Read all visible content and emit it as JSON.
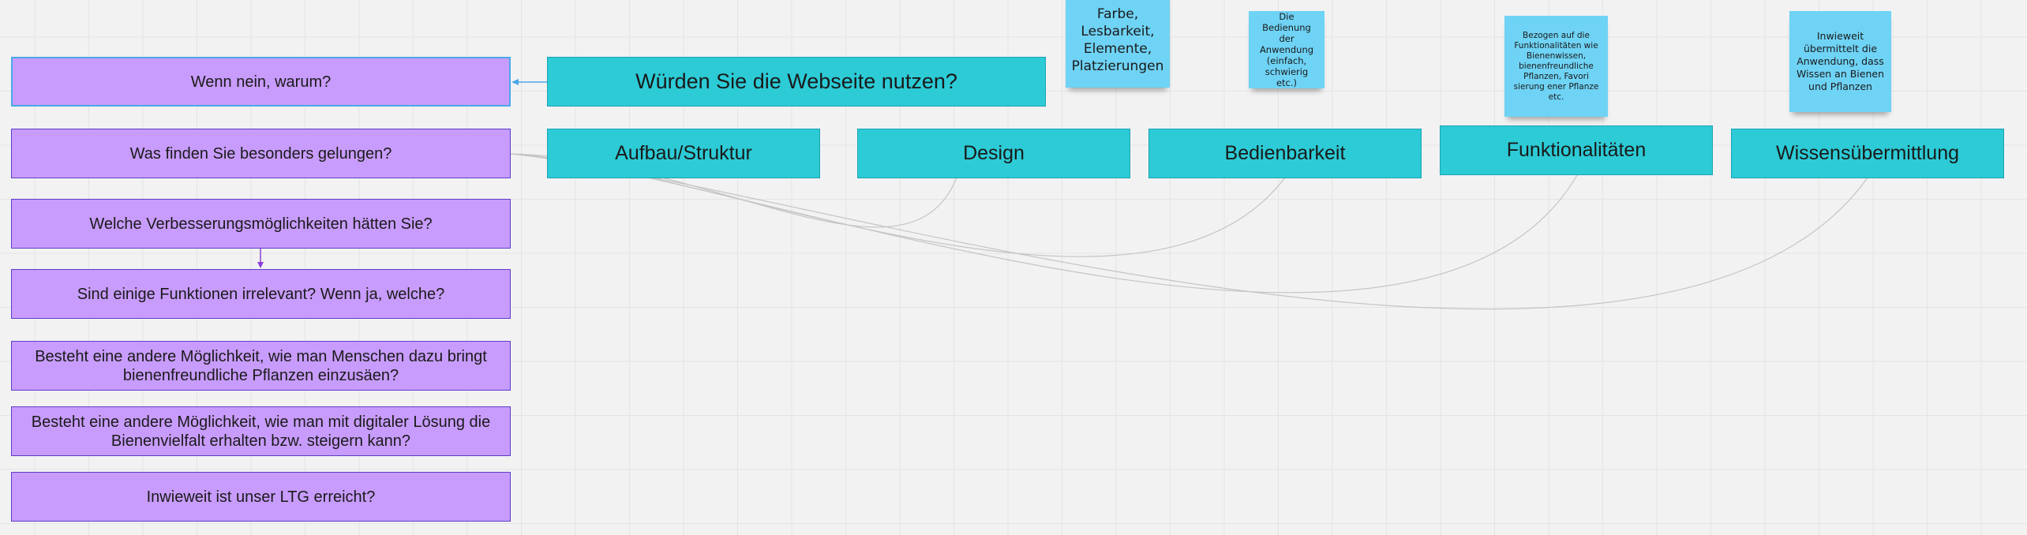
{
  "questions": [
    "Wenn nein, warum?",
    "Was finden Sie besonders gelungen?",
    "Welche Verbesserungsmöglichkeiten hätten Sie?",
    "Sind einige Funktionen irrelevant? Wenn ja, welche?",
    "Besteht eine andere Möglichkeit, wie man Menschen dazu bringt bienenfreundliche Pflanzen einzusäen?",
    "Besteht eine andere Möglichkeit, wie man mit digitaler Lösung die Bienenvielfalt erhalten bzw. steigern kann?",
    "Inwieweit ist unser LTG erreicht?"
  ],
  "main_question": "Würden Sie die Webseite nutzen?",
  "categories": [
    "Aufbau/Struktur",
    "Design",
    "Bedienbarkeit",
    "Funktionalitäten",
    "Wissensübermittlung"
  ],
  "stickies": {
    "design": "Farbe, Lesbarkeit, Elemente, Platzierungen",
    "bedienbarkeit": "Die Bedienung der Anwendung (einfach, schwierig etc.)",
    "funktionalitaeten": "Bezogen auf die Funktionalitäten wie Bienenwissen, bienenfreundliche Pflanzen, Favori sierung ener Pflanze etc.",
    "wissen": "Inwieweit übermittelt die Anwendung, dass Wissen an Bienen und Pflanzen"
  },
  "colors": {
    "question_fill": "#c89cfc",
    "question_border": "#5b3dc8",
    "category_fill": "#2ccbd6",
    "sticky_fill": "#6fd3f5",
    "selection": "#4aa8e8"
  }
}
